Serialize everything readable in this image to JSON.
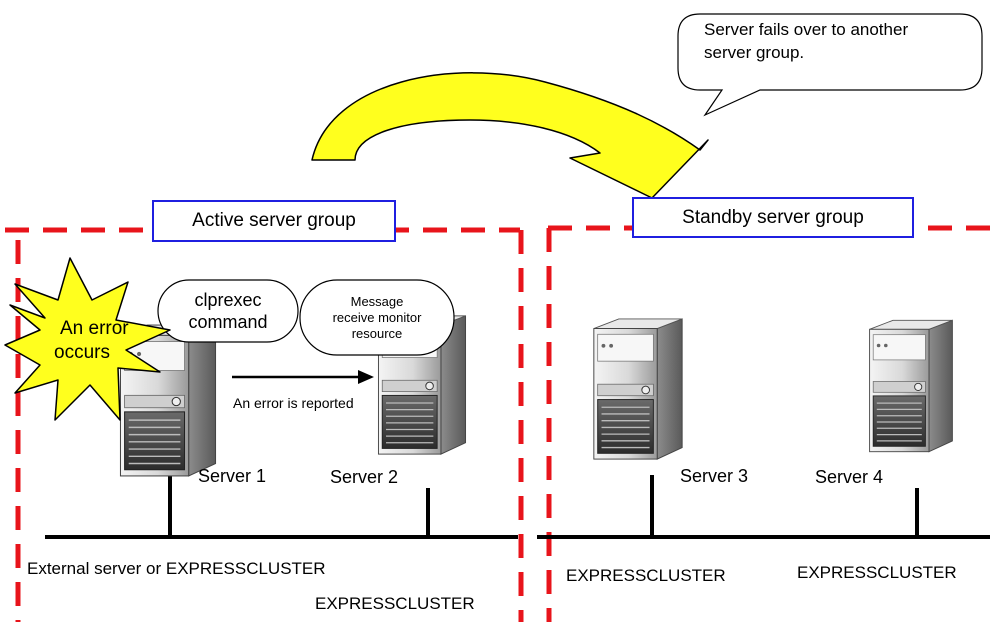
{
  "callout": {
    "line1": "Server fails over to another",
    "line2": "server group."
  },
  "groups": {
    "active": {
      "title": "Active server group"
    },
    "standby": {
      "title": "Standby server group"
    }
  },
  "error_burst": {
    "line1": "An error",
    "line2": "occurs"
  },
  "command_pill": {
    "line1": "clprexec",
    "line2": "command"
  },
  "monitor_pill": {
    "line1": "Message",
    "line2": "receive monitor",
    "line3": "resource"
  },
  "report_arrow": {
    "label": "An error is reported"
  },
  "servers": [
    {
      "label": "Server 1"
    },
    {
      "label": "Server 2"
    },
    {
      "label": "Server 3"
    },
    {
      "label": "Server 4"
    }
  ],
  "network_labels": {
    "left": "External server or EXPRESSCLUSTER",
    "server2": "EXPRESSCLUSTER",
    "server3": "EXPRESSCLUSTER",
    "server4": "EXPRESSCLUSTER"
  },
  "colors": {
    "group_border": "#e8141b",
    "title_border": "#1f1fe0",
    "arrow_fill": "#ffff1e",
    "burst_fill": "#ffff1e"
  },
  "icons": [
    "server-tower-icon",
    "explosion-burst-icon",
    "curved-arrow-icon",
    "speech-callout-icon"
  ]
}
